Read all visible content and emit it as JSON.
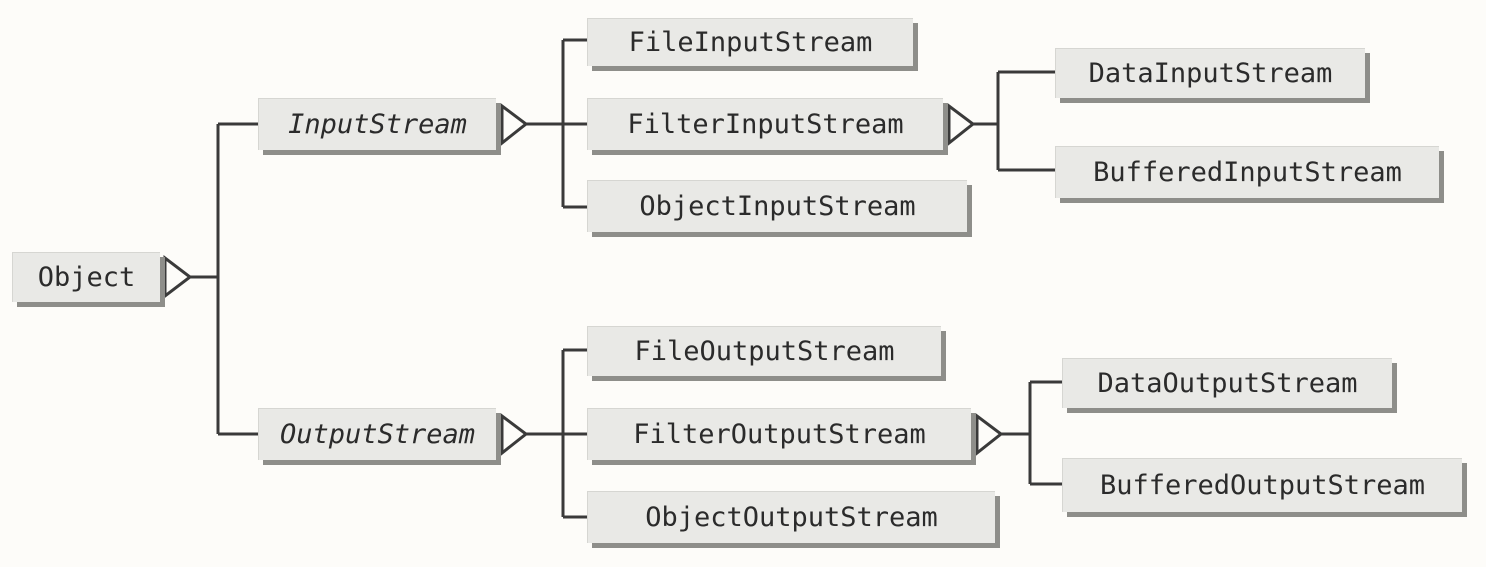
{
  "diagram": {
    "root": "Object",
    "abstract_classes": [
      "InputStream",
      "OutputStream"
    ],
    "input_branch": {
      "parent": "InputStream",
      "children": [
        "FileInputStream",
        "FilterInputStream",
        "ObjectInputStream"
      ],
      "filter": {
        "parent": "FilterInputStream",
        "children": [
          "DataInputStream",
          "BufferedInputStream"
        ]
      }
    },
    "output_branch": {
      "parent": "OutputStream",
      "children": [
        "FileOutputStream",
        "FilterOutputStream",
        "ObjectOutputStream"
      ],
      "filter": {
        "parent": "FilterOutputStream",
        "children": [
          "DataOutputStream",
          "BufferedOutputStream"
        ]
      }
    }
  },
  "colors": {
    "line": "#3a3a3a",
    "box_fill": "#e9e9e6",
    "box_shadow": "#8e8e8a",
    "text": "#2b2b2b"
  }
}
